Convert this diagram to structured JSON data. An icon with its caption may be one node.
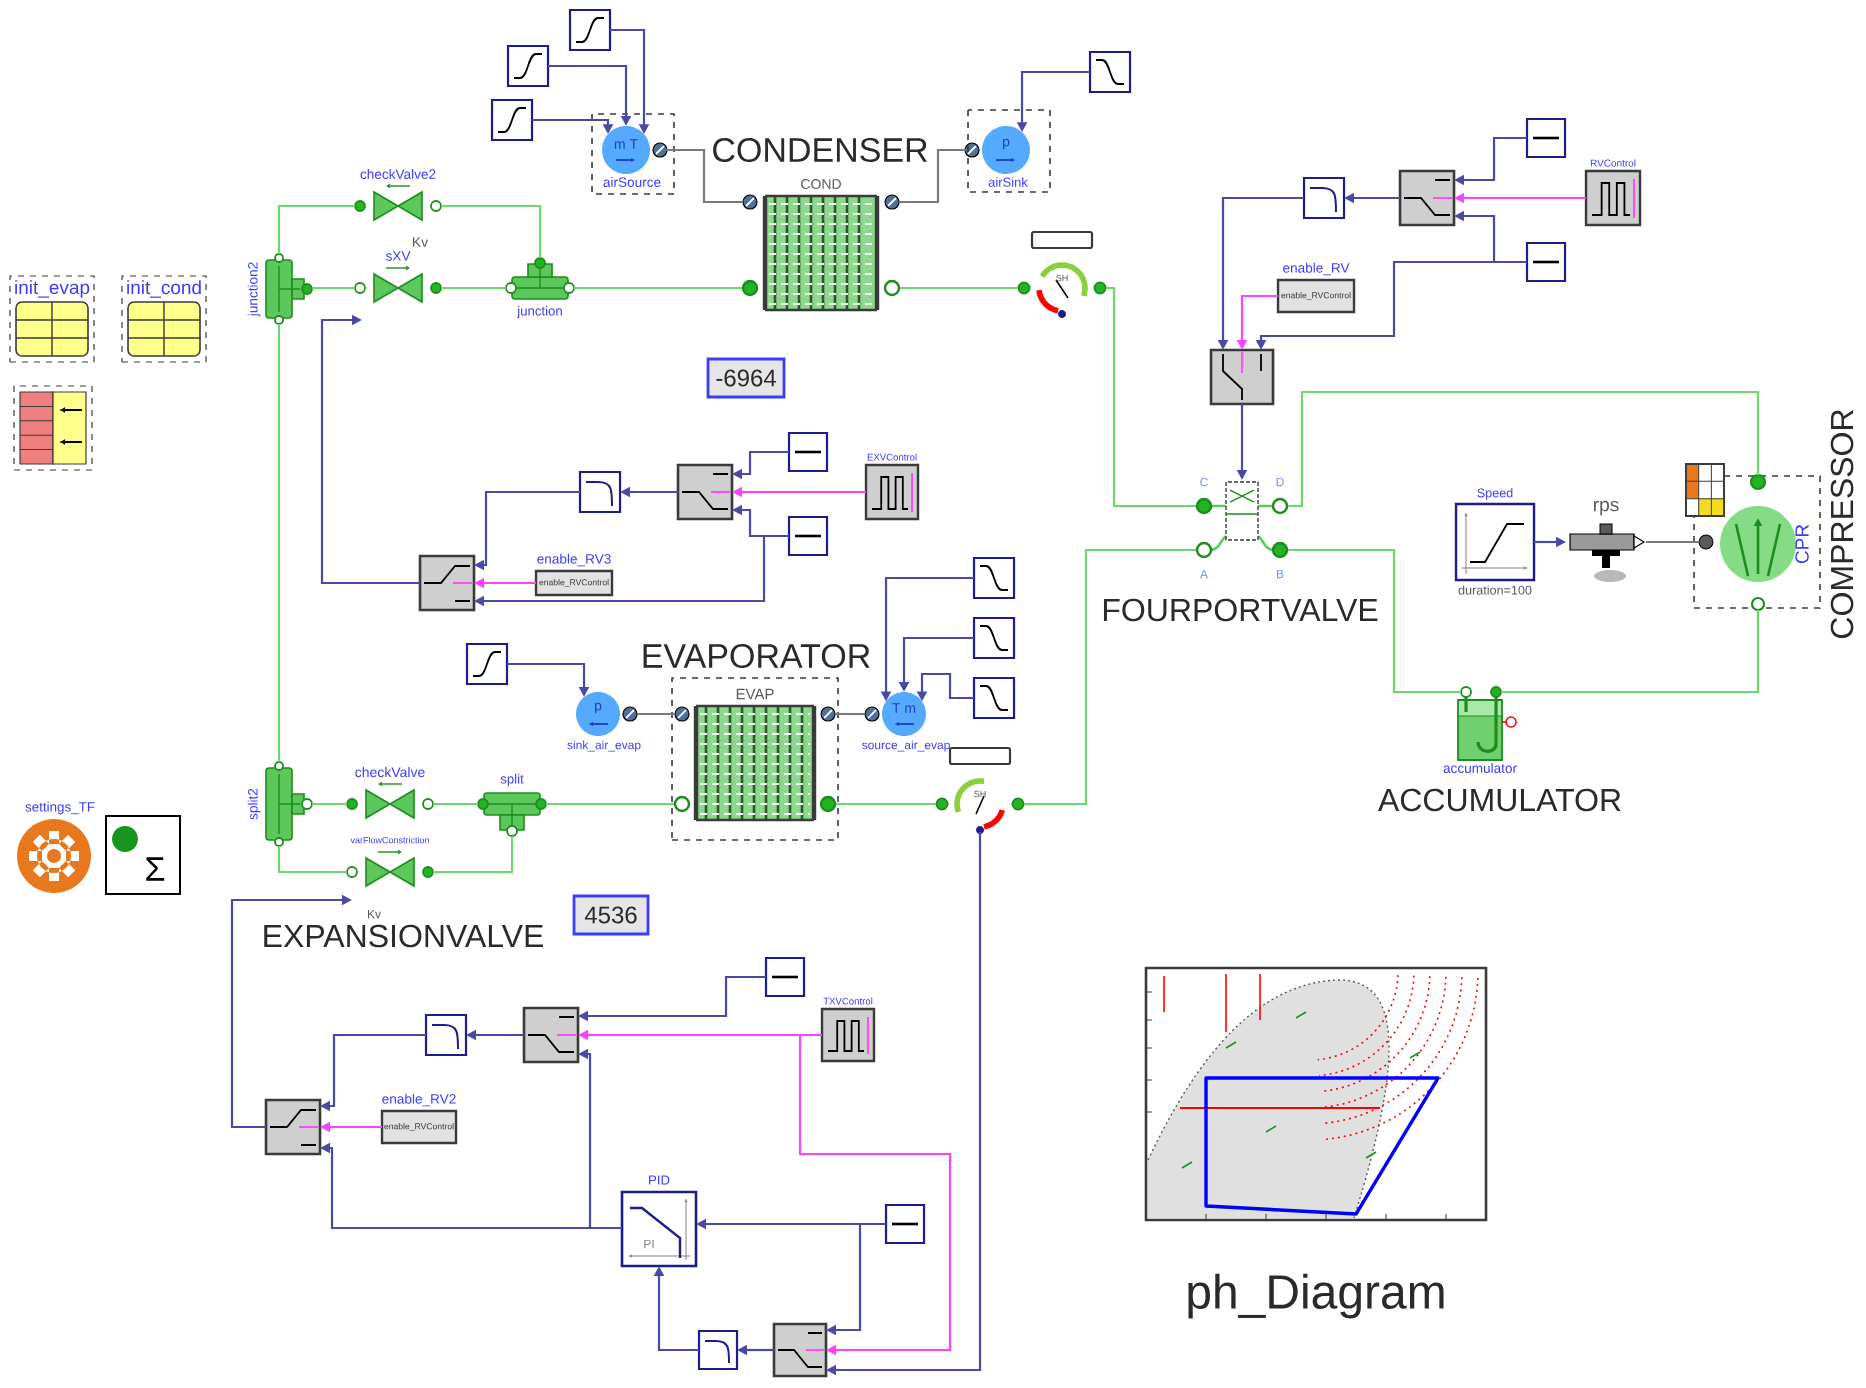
{
  "diagram": {
    "nodes": [
      {
        "text": [
          "init_evap"
        ]
      },
      {
        "text": [
          "init_cond"
        ]
      },
      {
        "text": [],
        "shape": "box"
      },
      {
        "text": [
          "settings_TF"
        ]
      },
      {
        "text": [
          "Σ"
        ]
      },
      {
        "text": [
          "checkValve2"
        ]
      },
      {
        "text": [
          "sXV"
        ]
      },
      {
        "text": [
          "junction2"
        ]
      },
      {
        "text": [
          "junction"
        ]
      },
      {
        "text": [
          "COND"
        ],
        "beside": [
          "CONDENSER"
        ]
      },
      {
        "text": [
          "m T",
          "airSource"
        ]
      },
      {
        "text": [
          "p",
          "airSink"
        ]
      },
      {
        "text": [],
        "shape": "box"
      },
      {
        "text": [],
        "shape": "box"
      },
      {
        "text": [],
        "shape": "box"
      },
      {
        "text": [],
        "shape": "box"
      },
      {
        "text": [
          "SH"
        ]
      },
      {
        "text": [],
        "shape": "box"
      },
      {
        "text": [],
        "shape": "box"
      },
      {
        "text": [],
        "shape": "box"
      },
      {
        "text": [],
        "shape": "box"
      },
      {
        "text": [
          "RVControl"
        ]
      },
      {
        "text": [
          "enable_RV",
          "enable_RVControl"
        ]
      },
      {
        "text": [],
        "shape": "box"
      },
      {
        "text": [
          "-6964"
        ]
      },
      {
        "text": [],
        "shape": "box"
      },
      {
        "text": [],
        "shape": "box"
      },
      {
        "text": [],
        "shape": "box"
      },
      {
        "text": [],
        "shape": "box"
      },
      {
        "text": [
          "EXVControl"
        ]
      },
      {
        "text": [],
        "shape": "box"
      },
      {
        "text": [
          "enable_RV3",
          "enable_RVControl"
        ]
      },
      {
        "text": [],
        "shape": "box"
      },
      {
        "text": [
          "p",
          "sink_air_evap"
        ]
      },
      {
        "text": [
          "EVAP"
        ],
        "beside": [
          "EVAPORATOR"
        ]
      },
      {
        "text": [
          "T m",
          "source_air_evap"
        ]
      },
      {
        "text": [],
        "shape": "box"
      },
      {
        "text": [],
        "shape": "box"
      },
      {
        "text": [],
        "shape": "box"
      },
      {
        "text": [
          "SH"
        ]
      },
      {
        "text": [
          "split2"
        ]
      },
      {
        "text": [
          "checkValve"
        ]
      },
      {
        "text": [
          "varFlowConstriction"
        ]
      },
      {
        "text": [
          "split"
        ]
      },
      {
        "text": [
          "4536"
        ]
      },
      {
        "text": [],
        "shape": "box"
      },
      {
        "text": [
          "enable_RV2",
          "enable_RVControl"
        ]
      },
      {
        "text": [],
        "shape": "box"
      },
      {
        "text": [],
        "shape": "box"
      },
      {
        "text": [],
        "shape": "box"
      },
      {
        "text": [
          "TXVControl"
        ]
      },
      {
        "text": [
          "PID",
          "PI"
        ]
      },
      {
        "text": [],
        "shape": "box"
      },
      {
        "text": [],
        "shape": "box"
      },
      {
        "text": [],
        "shape": "box"
      },
      {
        "text": [
          "C",
          "D",
          "A",
          "B"
        ],
        "beside": [
          "FOURPORTVALVE"
        ]
      },
      {
        "text": [
          "Speed",
          "duration=100"
        ]
      },
      {
        "text": [
          "rps"
        ]
      },
      {
        "text": [
          "CPR"
        ],
        "beside": [
          "COMPRESSOR"
        ]
      },
      {
        "text": [],
        "shape": "box"
      },
      {
        "text": [
          "accumulator"
        ],
        "beside": [
          "ACCUMULATOR"
        ]
      },
      {
        "text": [
          "ph_Diagram"
        ]
      }
    ],
    "edges": [
      {
        "from": 7,
        "to": 5,
        "arrow": "none",
        "color": "#6cd86c"
      },
      {
        "from": 5,
        "to": 8,
        "arrow": "none",
        "color": "#6cd86c"
      },
      {
        "from": 7,
        "to": 6,
        "arrow": "none",
        "color": "#6cd86c"
      },
      {
        "from": 6,
        "to": 8,
        "arrow": "none",
        "color": "#6cd86c"
      },
      {
        "from": 8,
        "to": 9,
        "arrow": "none",
        "color": "#6cd86c"
      },
      {
        "from": 9,
        "to": 16,
        "arrow": "none",
        "color": "#6cd86c"
      },
      {
        "from": 16,
        "to": 55,
        "arrow": "none",
        "color": "#6cd86c"
      },
      {
        "from": 55,
        "to": 58,
        "arrow": "none",
        "color": "#6cd86c"
      },
      {
        "from": 55,
        "to": 60,
        "arrow": "none",
        "color": "#6cd86c"
      },
      {
        "from": 60,
        "to": 58,
        "arrow": "none",
        "color": "#6cd86c"
      },
      {
        "from": 39,
        "to": 55,
        "arrow": "none",
        "color": "#6cd86c"
      },
      {
        "from": 7,
        "to": 40,
        "arrow": "none",
        "color": "#6cd86c"
      },
      {
        "from": 40,
        "to": 41,
        "arrow": "none",
        "color": "#6cd86c"
      },
      {
        "from": 41,
        "to": 43,
        "arrow": "none",
        "color": "#6cd86c"
      },
      {
        "from": 40,
        "to": 42,
        "arrow": "none",
        "color": "#6cd86c"
      },
      {
        "from": 42,
        "to": 43,
        "arrow": "none",
        "color": "#6cd86c"
      },
      {
        "from": 43,
        "to": 34,
        "arrow": "none",
        "color": "#6cd86c"
      },
      {
        "from": 34,
        "to": 39,
        "arrow": "none",
        "color": "#6cd86c"
      },
      {
        "from": 10,
        "to": 9,
        "arrow": "none",
        "color": "#7a7a7a"
      },
      {
        "from": 9,
        "to": 11,
        "arrow": "none",
        "color": "#7a7a7a"
      },
      {
        "from": 34,
        "to": 33,
        "arrow": "none",
        "color": "#7a7a7a"
      },
      {
        "from": 35,
        "to": 34,
        "arrow": "none",
        "color": "#7a7a7a"
      },
      {
        "from": 57,
        "to": 58,
        "arrow": "none",
        "color": "#7a7a7a"
      },
      {
        "from": 12,
        "to": 10,
        "arrow": "to"
      },
      {
        "from": 13,
        "to": 10,
        "arrow": "to"
      },
      {
        "from": 14,
        "to": 10,
        "arrow": "to"
      },
      {
        "from": 15,
        "to": 11,
        "arrow": "to"
      },
      {
        "from": 18,
        "to": 17,
        "arrow": "to"
      },
      {
        "from": 17,
        "to": 23,
        "arrow": "to"
      },
      {
        "from": 19,
        "to": 18,
        "arrow": "to"
      },
      {
        "from": 20,
        "to": 18,
        "arrow": "to"
      },
      {
        "from": 20,
        "to": 23,
        "arrow": "to"
      },
      {
        "from": 23,
        "to": 55,
        "arrow": "to"
      },
      {
        "from": 26,
        "to": 25,
        "arrow": "to"
      },
      {
        "from": 25,
        "to": 30,
        "arrow": "to"
      },
      {
        "from": 27,
        "to": 26,
        "arrow": "to"
      },
      {
        "from": 28,
        "to": 26,
        "arrow": "to"
      },
      {
        "from": 28,
        "to": 30,
        "arrow": "to"
      },
      {
        "from": 30,
        "to": 6,
        "arrow": "to"
      },
      {
        "from": 32,
        "to": 33,
        "arrow": "to"
      },
      {
        "from": 36,
        "to": 35,
        "arrow": "to"
      },
      {
        "from": 37,
        "to": 35,
        "arrow": "to"
      },
      {
        "from": 38,
        "to": 35,
        "arrow": "to"
      },
      {
        "from": 45,
        "to": 42,
        "arrow": "to"
      },
      {
        "from": 48,
        "to": 47,
        "arrow": "to"
      },
      {
        "from": 47,
        "to": 45,
        "arrow": "to"
      },
      {
        "from": 49,
        "to": 48,
        "arrow": "to"
      },
      {
        "from": 51,
        "to": 48,
        "arrow": "to"
      },
      {
        "from": 51,
        "to": 45,
        "arrow": "to"
      },
      {
        "from": 52,
        "to": 51,
        "arrow": "to"
      },
      {
        "from": 52,
        "to": 54,
        "arrow": "to"
      },
      {
        "from": 54,
        "to": 53,
        "arrow": "to"
      },
      {
        "from": 53,
        "to": 51,
        "arrow": "to"
      },
      {
        "from": 39,
        "to": 54,
        "arrow": "to"
      },
      {
        "from": 56,
        "to": 57,
        "arrow": "to"
      },
      {
        "from": 21,
        "to": 18,
        "arrow": "to",
        "color": "#ff40ff"
      },
      {
        "from": 22,
        "to": 23,
        "arrow": "to",
        "color": "#ff40ff"
      },
      {
        "from": 29,
        "to": 26,
        "arrow": "to",
        "color": "#ff40ff"
      },
      {
        "from": 31,
        "to": 30,
        "arrow": "to",
        "color": "#ff40ff"
      },
      {
        "from": 46,
        "to": 45,
        "arrow": "to",
        "color": "#ff40ff"
      },
      {
        "from": 50,
        "to": 48,
        "arrow": "to",
        "color": "#ff40ff"
      },
      {
        "from": 50,
        "to": 54,
        "arrow": "to",
        "color": "#ff40ff"
      }
    ],
    "labels": [
      "Kv",
      "Kv",
      "EXPANSIONVALVE"
    ]
  }
}
